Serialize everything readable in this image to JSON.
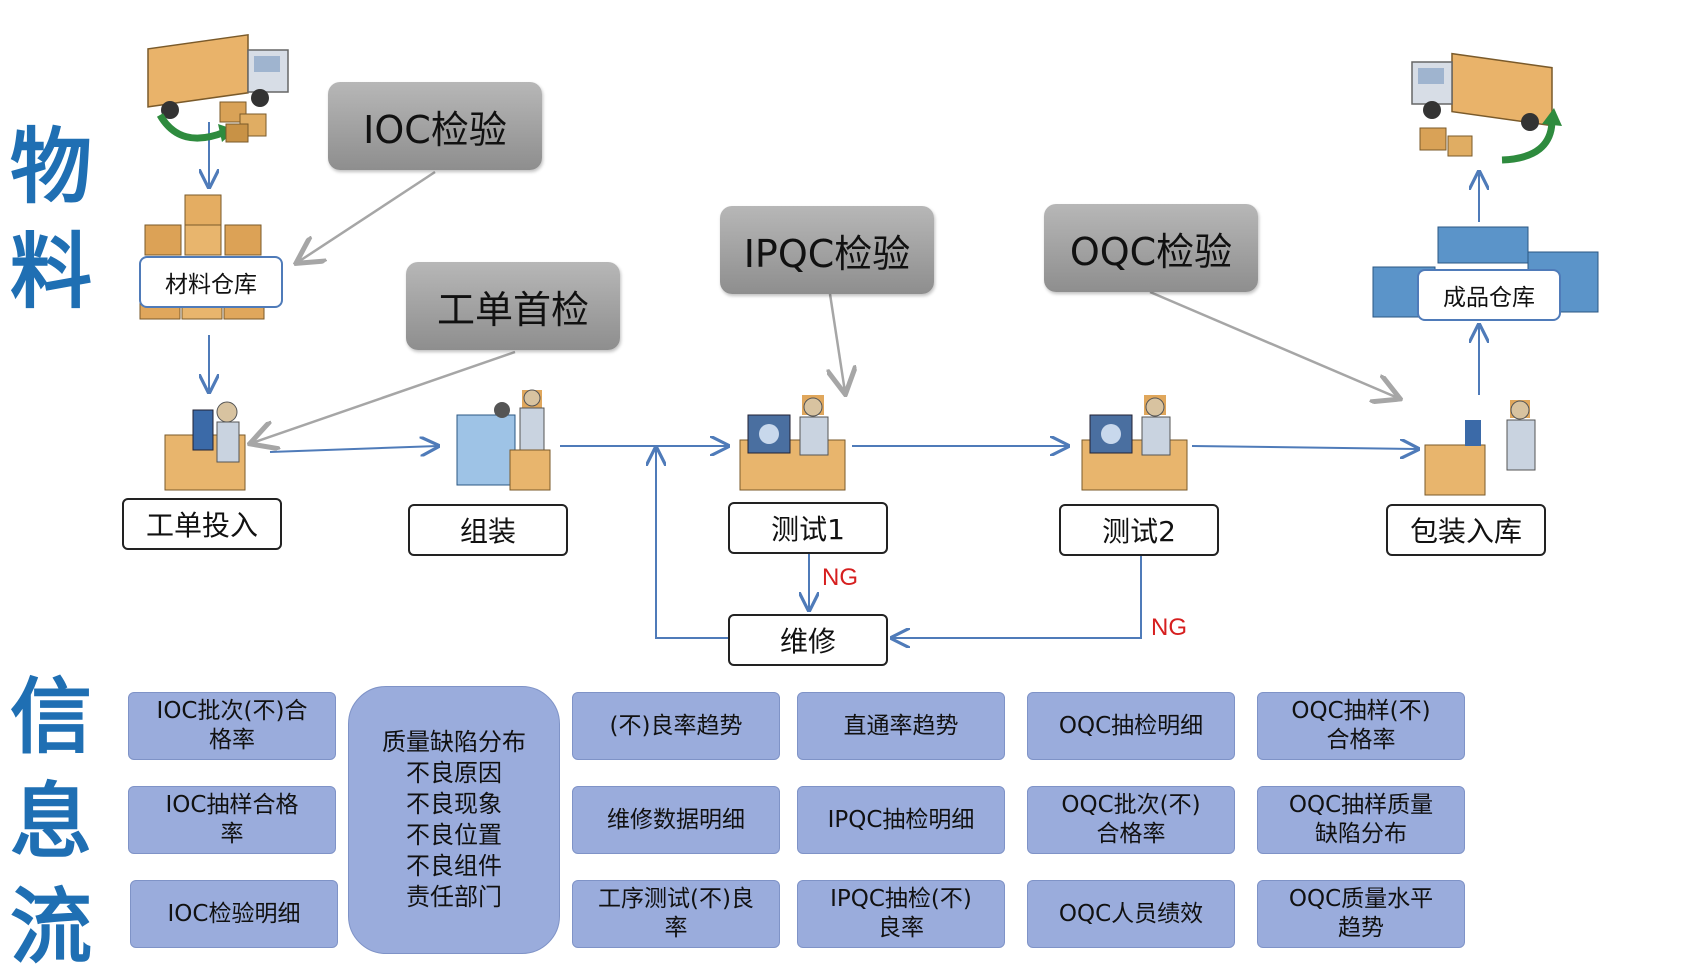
{
  "side_labels": {
    "material": "物料",
    "info": "信息流"
  },
  "inspections": {
    "ioc": "IOC检验",
    "first_article": "工单首检",
    "ipqc": "IPQC检验",
    "oqc": "OQC检验"
  },
  "warehouses": {
    "material": "材料仓库",
    "finished": "成品仓库"
  },
  "steps": {
    "work_order": "工单投入",
    "assembly": "组装",
    "test1": "测试1",
    "test2": "测试2",
    "pack": "包装入库",
    "repair": "维修"
  },
  "ng_labels": {
    "test1": "NG",
    "test2": "NG"
  },
  "info_items": {
    "col1": [
      "IOC批次(不)合\n格率",
      "IOC抽样合格\n率",
      "IOC检验明细"
    ],
    "quality": "质量缺陷分布\n不良原因\n不良现象\n不良位置\n不良组件\n责任部门",
    "col3": [
      "(不)良率趋势",
      "维修数据明细",
      "工序测试(不)良\n率"
    ],
    "col4": [
      "直通率趋势",
      "IPQC抽检明细",
      "IPQC抽检(不)\n良率"
    ],
    "col5": [
      "OQC抽检明细",
      "OQC批次(不)\n合格率",
      "OQC人员绩效"
    ],
    "col6": [
      "OQC抽样(不)\n合格率",
      "OQC抽样质量\n缺陷分布",
      "OQC质量水平\n趋势"
    ]
  },
  "colors": {
    "title_blue": "#1f6fb3",
    "pill_fill": "#9aacdc",
    "ng_red": "#d61f1f",
    "arrow_blue": "#4f7bb9",
    "arrow_grey": "#a6a6a6"
  }
}
